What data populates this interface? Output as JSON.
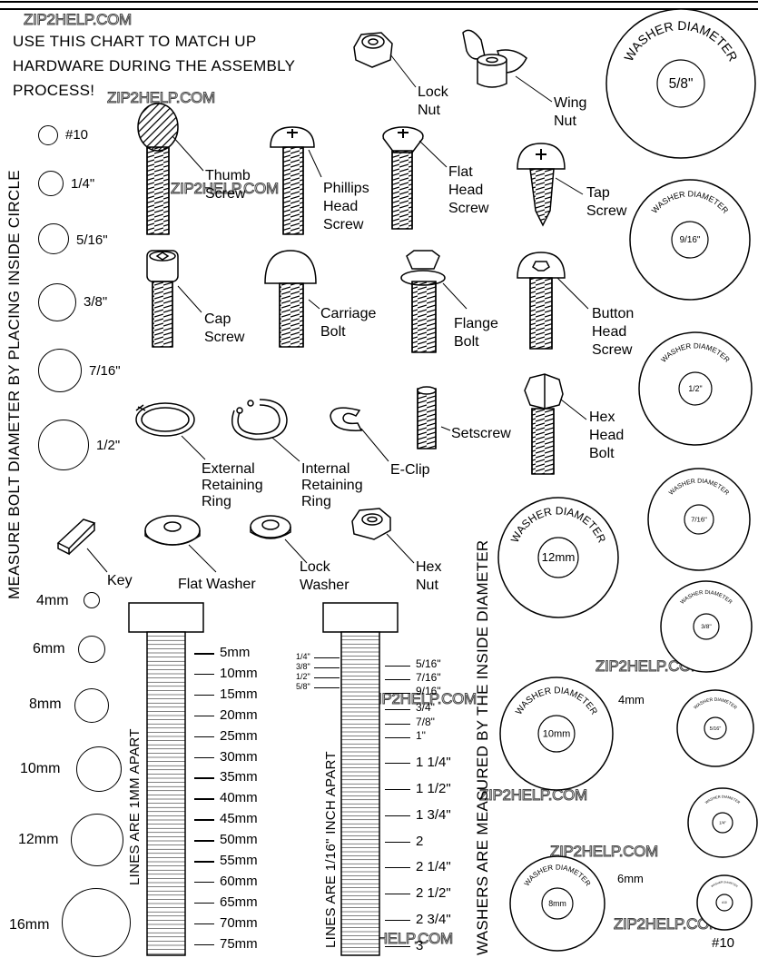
{
  "watermark": "ZIP2HELP.COM",
  "title_lines": [
    "USE THIS CHART TO MATCH UP",
    "HARDWARE DURING THE ASSEMBLY",
    "PROCESS!"
  ],
  "bolt_measure_text": "MEASURE BOLT DIAMETER BY PLACING INSIDE CIRCLE",
  "washer_measure_text": "WASHERS ARE MEASURED BY THE INSIDE DIAMETER",
  "bolt_sizes_inch": [
    "#10",
    "1/4\"",
    "5/16\"",
    "3/8\"",
    "7/16\"",
    "1/2\""
  ],
  "bolt_sizes_mm": [
    "4mm",
    "6mm",
    "8mm",
    "10mm",
    "12mm",
    "16mm"
  ],
  "hardware": {
    "lock_nut": [
      "Lock",
      "Nut"
    ],
    "wing_nut": [
      "Wing",
      "Nut"
    ],
    "thumb_screw": [
      "Thumb",
      "Screw"
    ],
    "phillips": [
      "Phillips",
      "Head",
      "Screw"
    ],
    "flat_head": [
      "Flat",
      "Head",
      "Screw"
    ],
    "tap_screw": [
      "Tap",
      "Screw"
    ],
    "cap_screw": [
      "Cap",
      "Screw"
    ],
    "carriage": [
      "Carriage",
      "Bolt"
    ],
    "flange": [
      "Flange",
      "Bolt"
    ],
    "button": [
      "Button",
      "Head",
      "Screw"
    ],
    "ext_ring": [
      "External",
      "Retaining",
      "Ring"
    ],
    "int_ring": [
      "Internal",
      "Retaining",
      "Ring"
    ],
    "eclip": [
      "E-Clip"
    ],
    "setscrew": [
      "Setscrew"
    ],
    "hex_bolt": [
      "Hex",
      "Head",
      "Bolt"
    ],
    "key": [
      "Key"
    ],
    "flat_washer": [
      "Flat Washer"
    ],
    "lock_washer": [
      "Lock",
      "Washer"
    ],
    "hex_nut": [
      "Hex",
      "Nut"
    ]
  },
  "washer_label": "WASHER DIAMETER",
  "washers": [
    "5/8\"",
    "9/16\"",
    "1/2\"",
    "7/16\"",
    "12mm",
    "3/8\"",
    "10mm",
    "5/16\"",
    "1/4\"",
    "8mm",
    "#10"
  ],
  "washer_outer_labels": [
    "4mm",
    "6mm",
    "#10"
  ],
  "ruler_mm": {
    "caption": "LINES ARE 1MM APART",
    "labels": [
      "5mm",
      "10mm",
      "15mm",
      "20mm",
      "25mm",
      "30mm",
      "35mm",
      "40mm",
      "45mm",
      "50mm",
      "55mm",
      "60mm",
      "65mm",
      "70mm",
      "75mm"
    ]
  },
  "ruler_inch": {
    "caption": "LINES ARE 1/16\" INCH APART",
    "left_labels": [
      "1/4\"",
      "3/8\"",
      "1/2\"",
      "5/8\""
    ],
    "right_labels": [
      "5/16\"",
      "7/16\"",
      "9/16\"",
      "3/4\"",
      "7/8\"",
      "1\"",
      "1 1/4\"",
      "1 1/2\"",
      "1 3/4\"",
      "2",
      "2 1/4\"",
      "2 1/2\"",
      "2 3/4\"",
      "3"
    ]
  }
}
